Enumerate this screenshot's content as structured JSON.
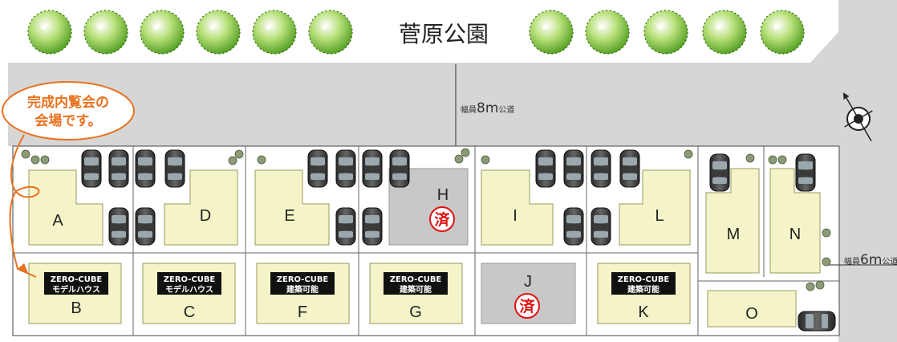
{
  "colors": {
    "road": "#d6d6d6",
    "lot_fill": "#f4f4c8",
    "lot_border": "#9a9a60",
    "sold_fill": "#c8c8c8",
    "accent_orange": "#e8711f",
    "sold_red": "#e01010",
    "badge_bg": "#111111"
  },
  "park": {
    "name": "菅原公園"
  },
  "roads": {
    "main": {
      "prefix": "幅員",
      "value": "8m",
      "suffix": "公道"
    },
    "side": {
      "prefix": "幅員",
      "value": "6m",
      "suffix": "公道"
    }
  },
  "callout": {
    "line1": "完成内覧会の",
    "line2": "会場です。"
  },
  "lots": [
    {
      "id": "A",
      "status": "available",
      "badge": null
    },
    {
      "id": "B",
      "status": "model",
      "badge": [
        "ZERO-CUBE",
        "モデルハウス"
      ]
    },
    {
      "id": "C",
      "status": "model",
      "badge": [
        "ZERO-CUBE",
        "モデルハウス"
      ]
    },
    {
      "id": "D",
      "status": "available",
      "badge": null
    },
    {
      "id": "E",
      "status": "available",
      "badge": null
    },
    {
      "id": "F",
      "status": "buildable",
      "badge": [
        "ZERO-CUBE",
        "建築可能"
      ]
    },
    {
      "id": "G",
      "status": "buildable",
      "badge": [
        "ZERO-CUBE",
        "建築可能"
      ]
    },
    {
      "id": "H",
      "status": "sold",
      "mark": "済"
    },
    {
      "id": "I",
      "status": "available",
      "badge": null
    },
    {
      "id": "J",
      "status": "sold",
      "mark": "済"
    },
    {
      "id": "K",
      "status": "buildable",
      "badge": [
        "ZERO-CUBE",
        "建築可能"
      ]
    },
    {
      "id": "L",
      "status": "available",
      "badge": null
    },
    {
      "id": "M",
      "status": "available",
      "badge": null
    },
    {
      "id": "N",
      "status": "available",
      "badge": null
    },
    {
      "id": "O",
      "status": "available",
      "badge": null
    }
  ],
  "icons": {
    "compass": "compass-icon",
    "tree": "tree-icon",
    "car": "car-icon",
    "shrub": "shrub-icon"
  }
}
